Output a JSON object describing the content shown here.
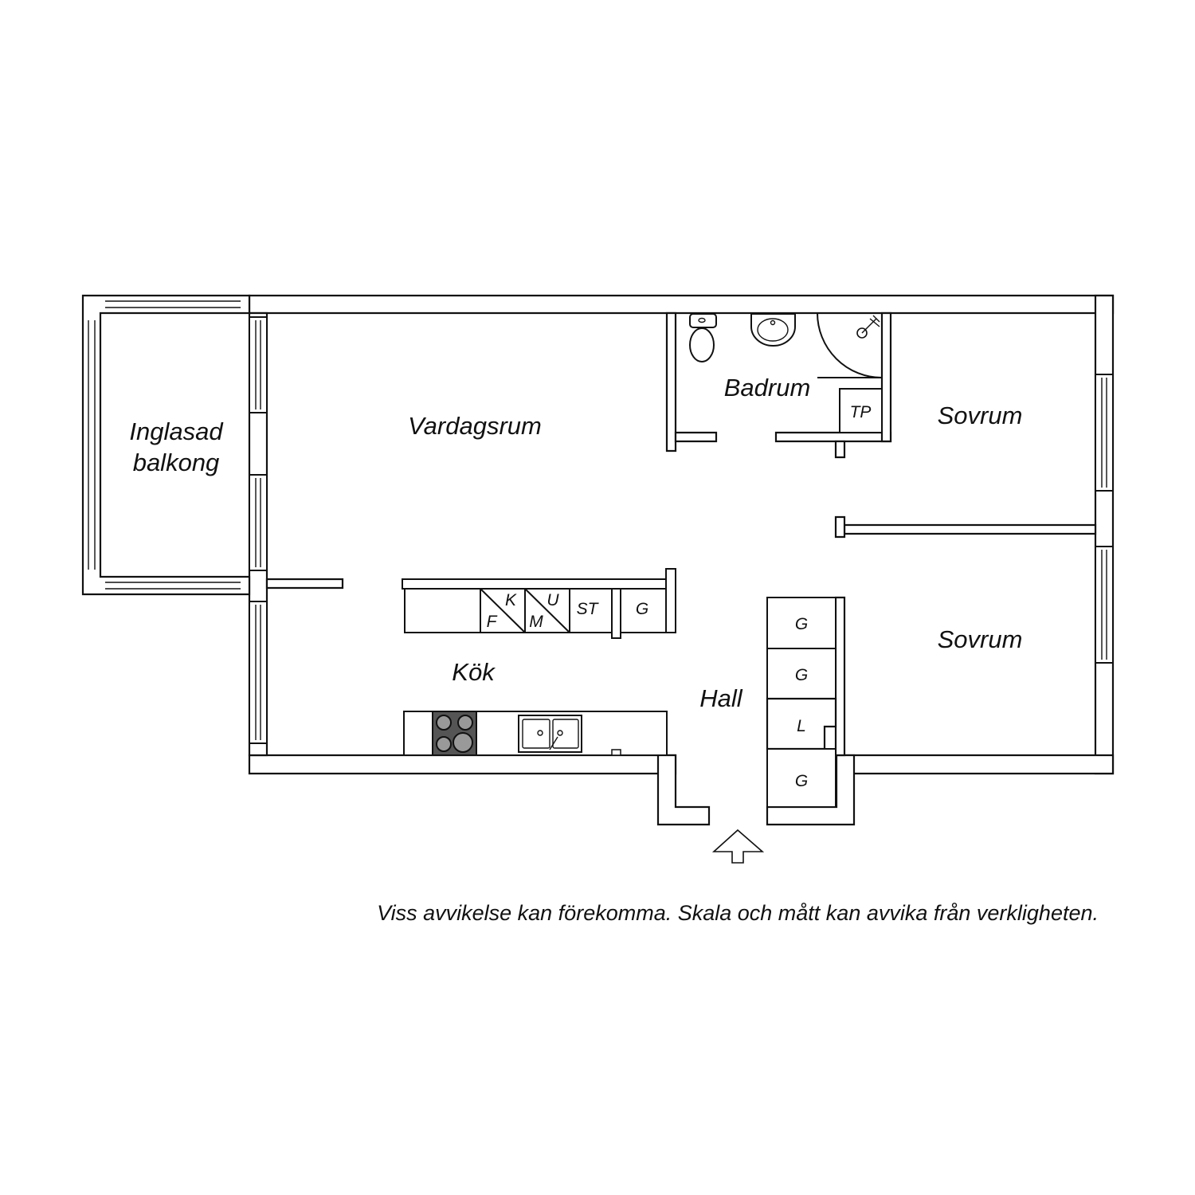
{
  "rooms": {
    "balcony_line1": "Inglasad",
    "balcony_line2": "balkong",
    "living": "Vardagsrum",
    "bath": "Badrum",
    "bedroom_top": "Sovrum",
    "bedroom_bottom": "Sovrum",
    "kitchen": "Kök",
    "hall": "Hall"
  },
  "fixtures": {
    "dryer": "TP",
    "freezer": "F",
    "fridge": "K",
    "microwave": "M",
    "oven": "U",
    "cabinet": "ST",
    "kitchen_wardrobe": "G",
    "hall_wardrobe_1": "G",
    "hall_wardrobe_2": "G",
    "linen": "L",
    "hall_wardrobe_3": "G"
  },
  "disclaimer": "Viss avvikelse kan förekomma. Skala och mått kan avvika från verkligheten.",
  "icons": [
    "toilet-icon",
    "washbasin-icon",
    "shower-icon",
    "stove-icon",
    "sink-icon",
    "entrance-arrow-icon"
  ],
  "colors": {
    "wall": "#ffffff",
    "line": "#111111",
    "stove": "#555555"
  }
}
